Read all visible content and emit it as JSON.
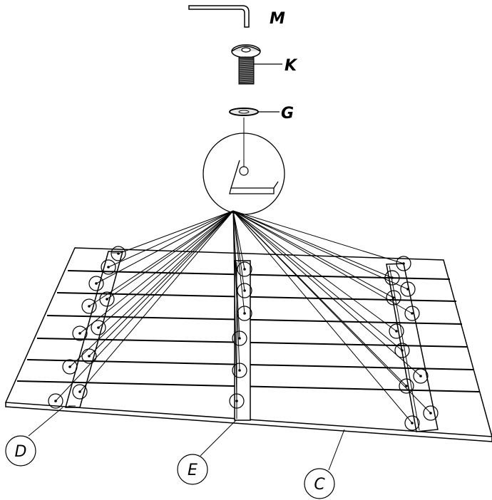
{
  "title": "",
  "parts": {
    "allen_key": {
      "label": "M",
      "icon": "allen-key-icon"
    },
    "bolt": {
      "label": "K",
      "icon": "bolt-icon"
    },
    "washer": {
      "label": "G",
      "icon": "washer-icon"
    },
    "left_rail": {
      "label": "D"
    },
    "center_rail": {
      "label": "E"
    },
    "panel": {
      "label": "C"
    }
  },
  "colors": {
    "line": "#000000",
    "background": "#ffffff"
  }
}
